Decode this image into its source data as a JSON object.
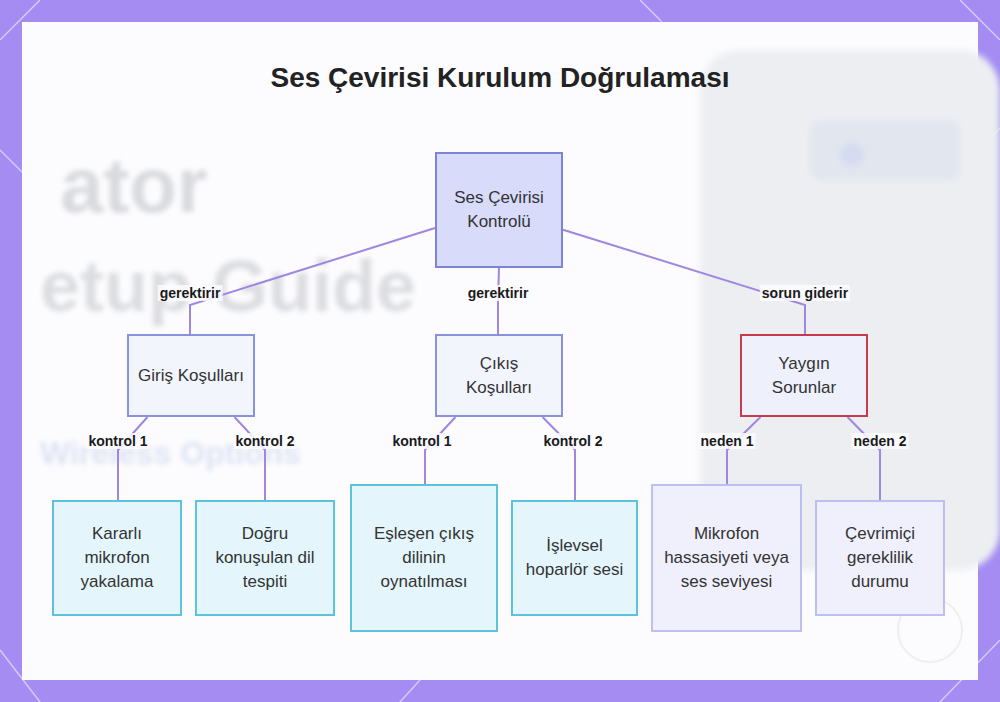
{
  "diagram": {
    "title": "Ses Çevirisi Kurulum Doğrulaması",
    "nodes": [
      {
        "text": [
          "Ses Çevirisi Kontrolü"
        ]
      },
      {
        "text": [
          "Giriş Koşulları"
        ]
      },
      {
        "text": [
          "Çıkış Koşulları"
        ]
      },
      {
        "text": [
          "Yaygın Sorunlar"
        ]
      },
      {
        "text": [
          "Kararlı mikrofon yakalama"
        ]
      },
      {
        "text": [
          "Doğru konuşulan dil tespiti"
        ]
      },
      {
        "text": [
          "Eşleşen çıkış dilinin oynatılması"
        ]
      },
      {
        "text": [
          "İşlevsel hoparlör sesi"
        ]
      },
      {
        "text": [
          "Mikrofon hassasiyeti veya ses seviyesi"
        ]
      },
      {
        "text": [
          "Çevrimiçi gereklilik durumu"
        ]
      }
    ],
    "edges": [
      {
        "from": 0,
        "to": 1,
        "label": "gerektirir",
        "arrow": "none"
      },
      {
        "from": 0,
        "to": 2,
        "label": "gerektirir",
        "arrow": "none"
      },
      {
        "from": 0,
        "to": 3,
        "label": "sorun giderir",
        "arrow": "none"
      },
      {
        "from": 1,
        "to": 4,
        "label": "kontrol 1",
        "arrow": "none"
      },
      {
        "from": 1,
        "to": 5,
        "label": "kontrol 2",
        "arrow": "none"
      },
      {
        "from": 2,
        "to": 6,
        "label": "kontrol 1",
        "arrow": "none"
      },
      {
        "from": 2,
        "to": 7,
        "label": "kontrol 2",
        "arrow": "none"
      },
      {
        "from": 3,
        "to": 8,
        "label": "neden 1",
        "arrow": "none"
      },
      {
        "from": 3,
        "to": 9,
        "label": "neden 2",
        "arrow": "none"
      }
    ],
    "labels": [
      "ator",
      "etup Guide",
      "Wireless Options"
    ]
  }
}
